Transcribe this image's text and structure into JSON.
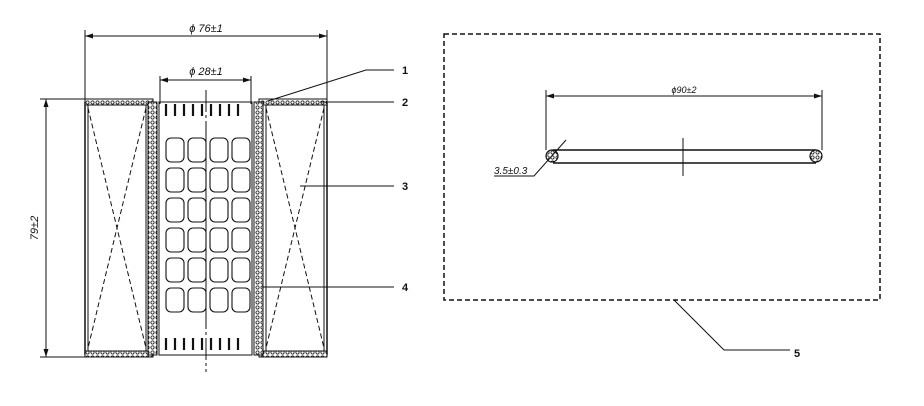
{
  "dimensions": {
    "outer_diameter": "ϕ 76±1",
    "inner_diameter": "ϕ 28±1",
    "height": "79±2",
    "ring_diameter": "ϕ90±2",
    "ring_section": "3.5±0.3"
  },
  "callouts": [
    "1",
    "2",
    "3",
    "4",
    "5"
  ],
  "colors": {
    "ink": "#111111",
    "background": "#ffffff"
  }
}
